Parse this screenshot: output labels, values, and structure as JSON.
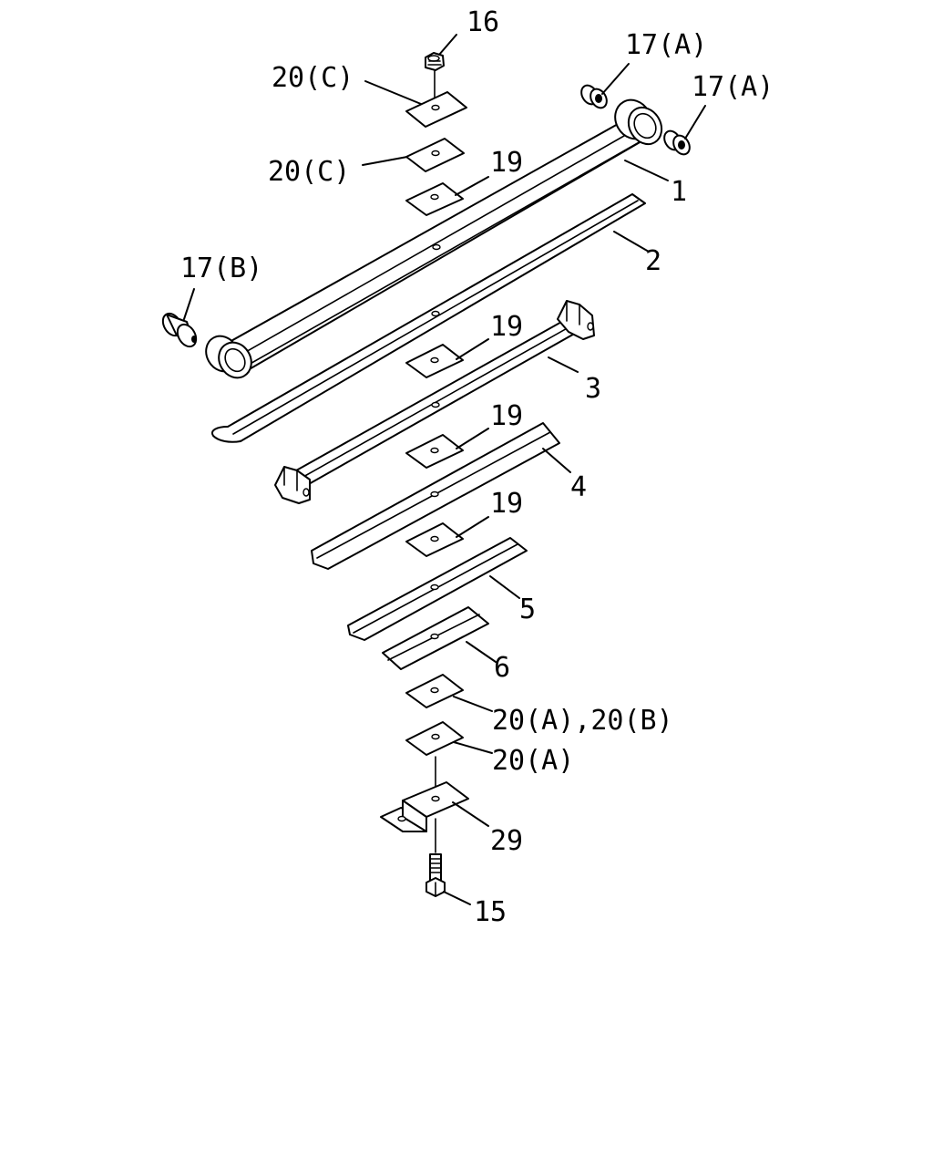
{
  "diagram": {
    "callouts": {
      "c16": "16",
      "c20c_top": "20(C)",
      "c20c_mid": "20(C)",
      "c17a_1": "17(A)",
      "c17a_2": "17(A)",
      "c19_1": "19",
      "c1": "1",
      "c2": "2",
      "c17b": "17(B)",
      "c19_2": "19",
      "c3": "3",
      "c19_3": "19",
      "c4": "4",
      "c19_4": "19",
      "c5": "5",
      "c6": "6",
      "c20ab": "20(A),20(B)",
      "c20a": "20(A)",
      "c29": "29",
      "c15": "15"
    }
  }
}
